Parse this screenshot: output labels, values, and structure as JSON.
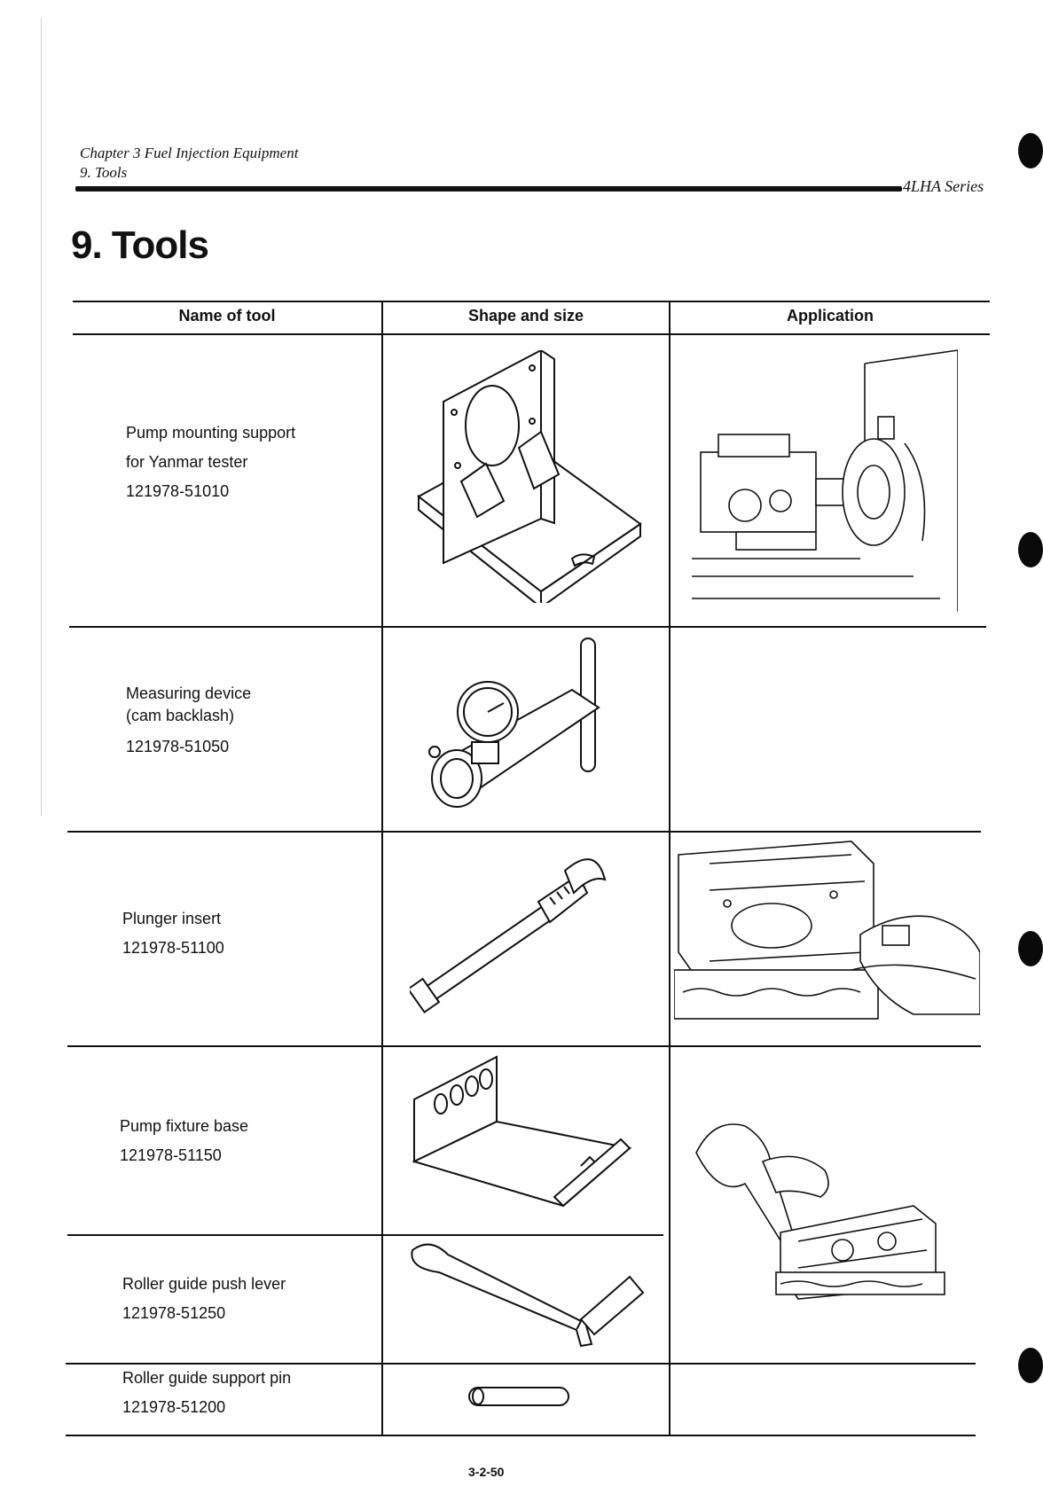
{
  "header": {
    "chapter": "Chapter 3 Fuel Injection Equipment",
    "section": "9. Tools",
    "series": "4LHA Series"
  },
  "title": "9. Tools",
  "table": {
    "columns": [
      "Name of tool",
      "Shape and size",
      "Application"
    ],
    "rows": [
      {
        "lines": [
          "Pump mounting support",
          "for Yanmar tester",
          "121978-51010"
        ]
      },
      {
        "lines": [
          "Measuring device",
          "(cam backlash)",
          "121978-51050"
        ]
      },
      {
        "lines": [
          "Plunger insert",
          "121978-51100"
        ]
      },
      {
        "lines": [
          "Pump fixture base",
          "121978-51150"
        ]
      },
      {
        "lines": [
          "Roller guide push lever",
          "121978-51250"
        ]
      },
      {
        "lines": [
          "Roller guide support pin",
          "121978-51200"
        ]
      }
    ]
  },
  "footer": {
    "page_number": "3-2-50"
  }
}
